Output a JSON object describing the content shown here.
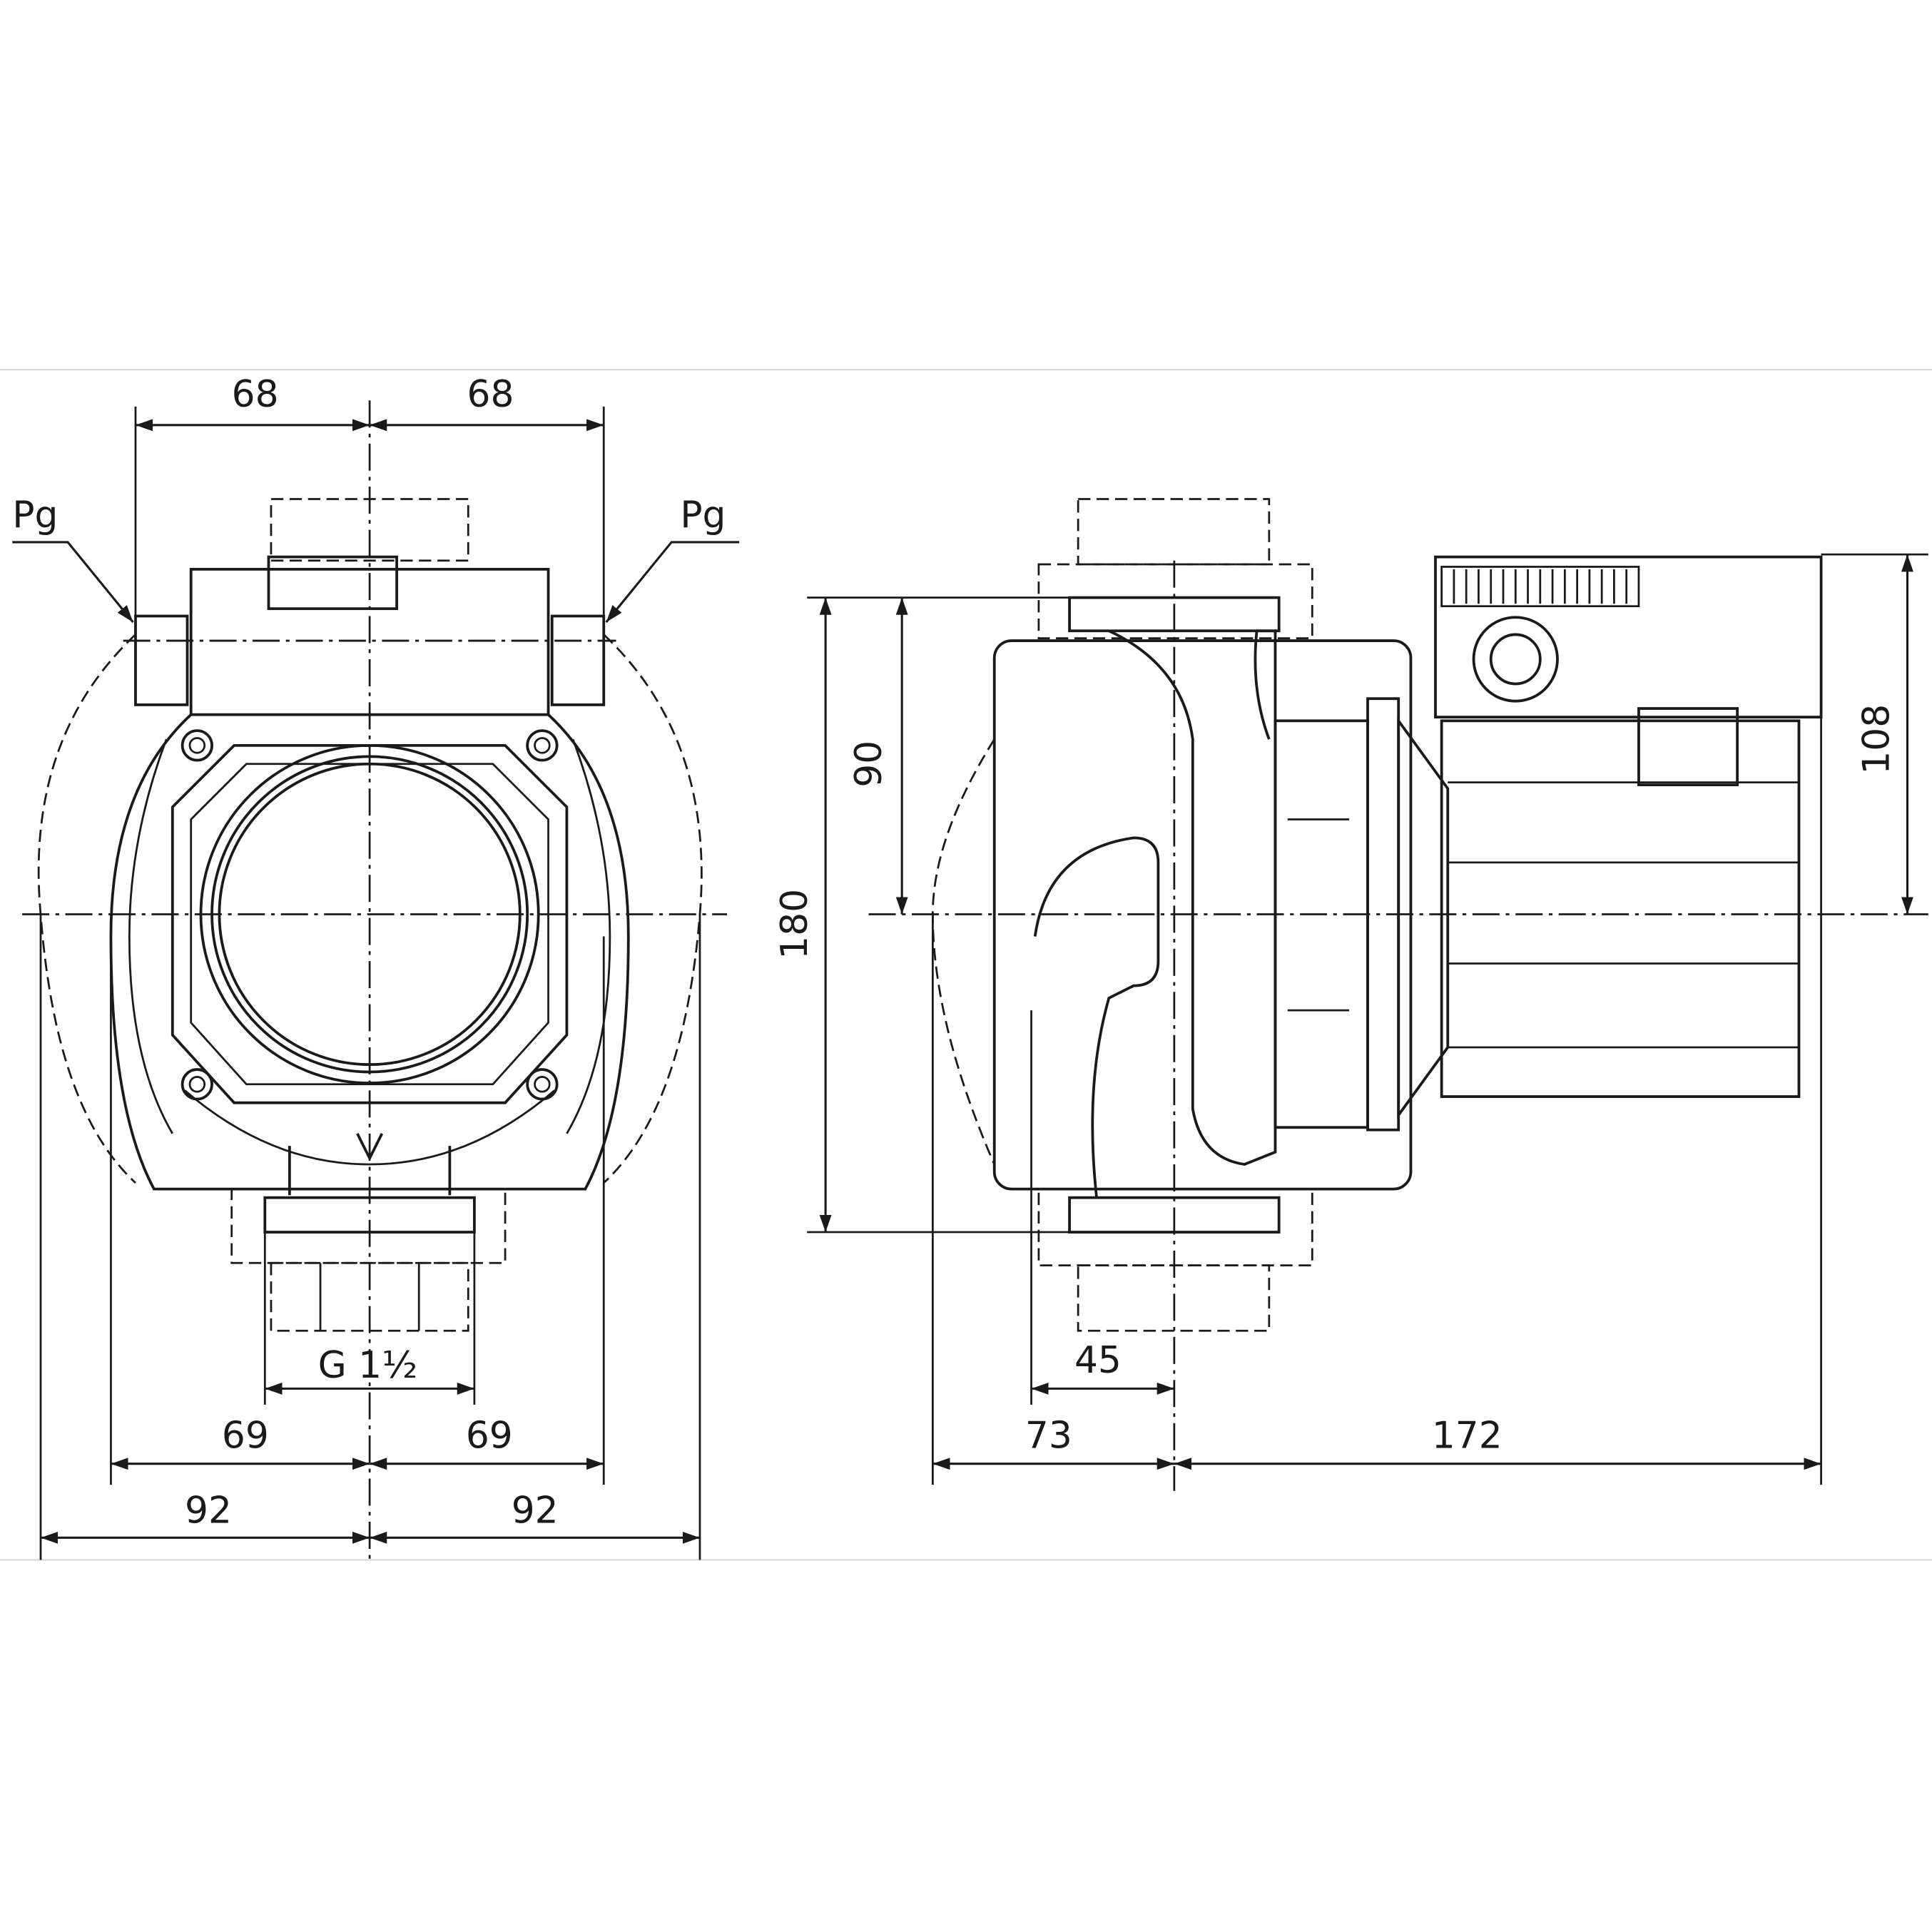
{
  "front_view": {
    "dim_top_left": "68",
    "dim_top_right": "68",
    "label_left": "Pg",
    "label_right": "Pg",
    "thread": "G 1½",
    "dim_inner_left": "69",
    "dim_inner_right": "69",
    "dim_outer_left": "92",
    "dim_outer_right": "92"
  },
  "side_view": {
    "dim_height_total": "180",
    "dim_height_half": "90",
    "dim_motor_height": "108",
    "dim_flange": "45",
    "dim_body_left": "73",
    "dim_motor_length": "172"
  }
}
